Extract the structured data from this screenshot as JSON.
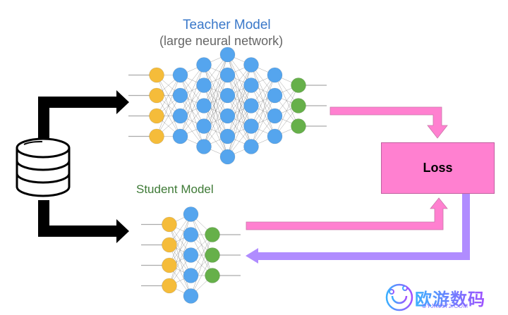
{
  "teacher": {
    "title": "Teacher Model",
    "subtitle": "(large neural network)",
    "layers": [
      4,
      4,
      5,
      6,
      5,
      4,
      3
    ]
  },
  "student": {
    "title": "Student Model",
    "layers": [
      4,
      5,
      3
    ]
  },
  "loss": {
    "label": "Loss"
  },
  "colors": {
    "input_node": "#f5bc3a",
    "hidden_node": "#55a5ee",
    "output_node": "#66b04a",
    "teacher_arrow": "#ff80d0",
    "student_arrow": "#ff80d0",
    "feedback_arrow": "#b08cff",
    "data_arrow": "#000000"
  },
  "icons": {
    "data_source": "database-icon"
  },
  "watermark": {
    "text": "欧游数码",
    "sub": "OYJK0572.COM"
  }
}
